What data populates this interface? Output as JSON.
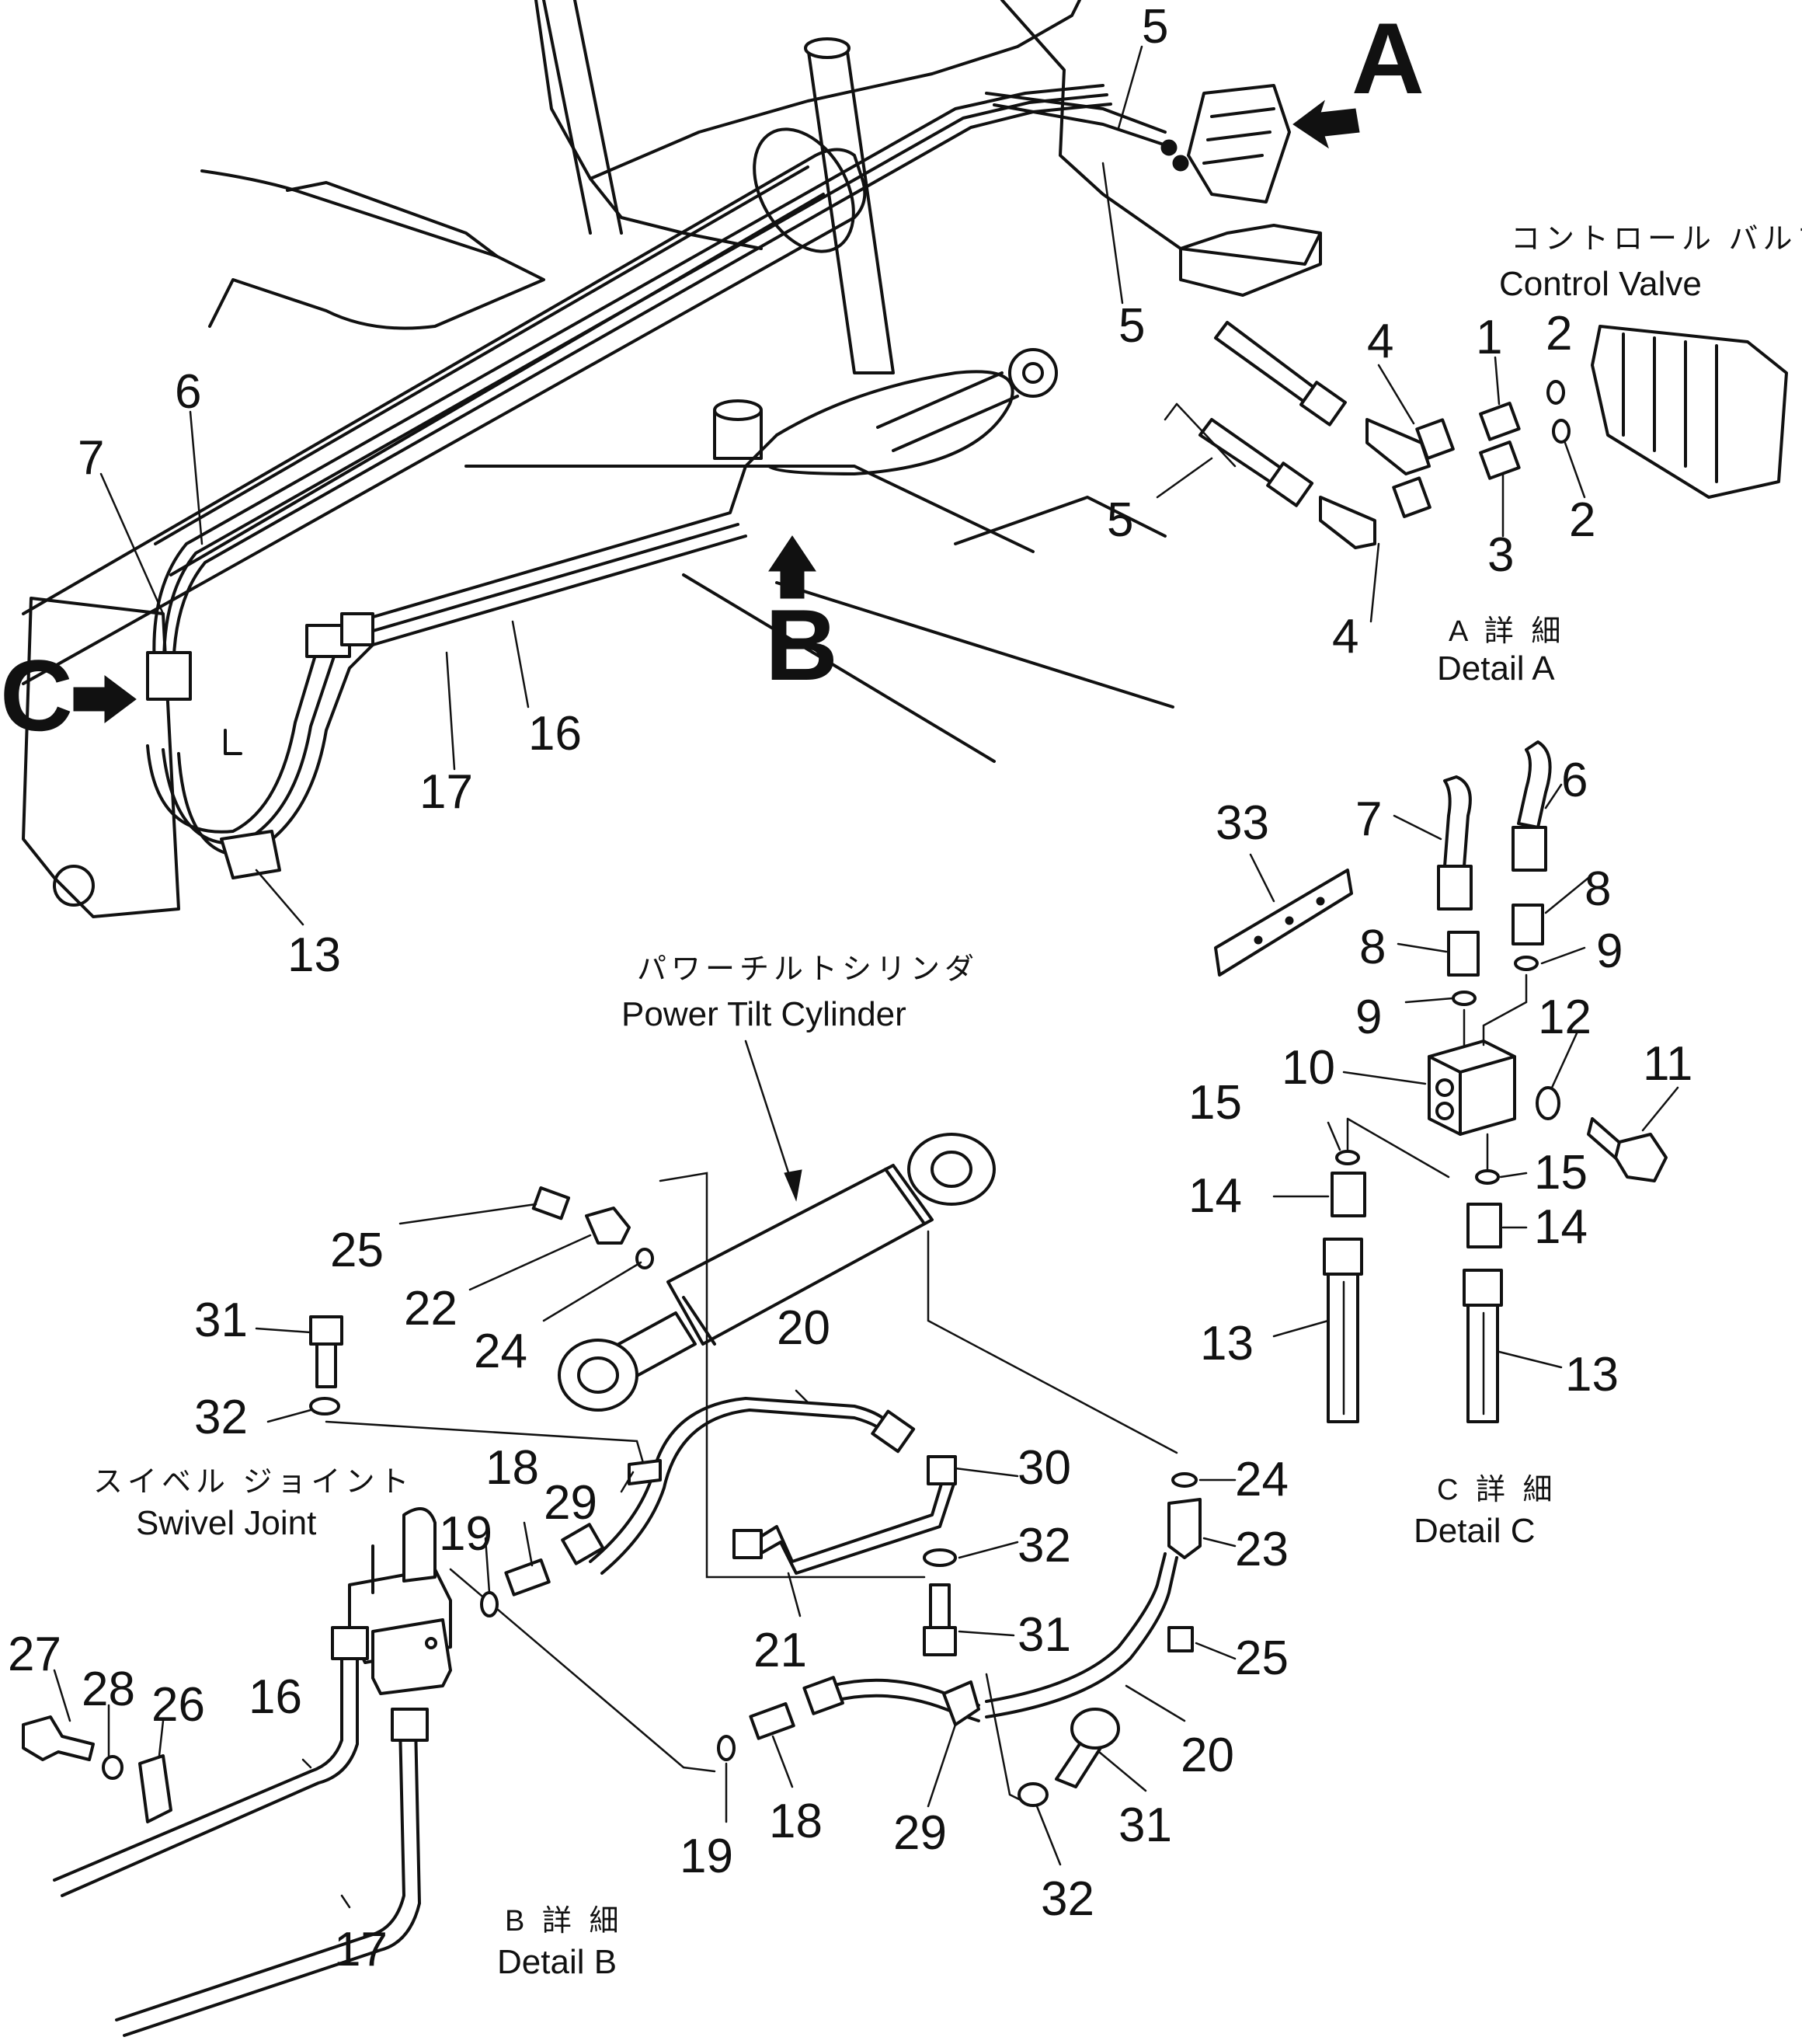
{
  "sections": {
    "control_valve": {
      "jp": "コントロール バルブ",
      "en": "Control Valve"
    },
    "detail_a": {
      "jp": "A 詳 細",
      "en": "Detail A"
    },
    "detail_b": {
      "jp": "B 詳 細",
      "en": "Detail B"
    },
    "detail_c": {
      "jp": "C 詳 細",
      "en": "Detail C"
    },
    "power_tilt_cylinder": {
      "jp": "パワーチルトシリンダ",
      "en": "Power Tilt Cylinder"
    },
    "swivel_joint": {
      "jp": "スイベル ジョイント",
      "en": "Swivel Joint"
    }
  },
  "view_markers": {
    "a": "A",
    "b": "B",
    "c": "C"
  },
  "callouts": {
    "main": {
      "p5_top": "5",
      "p5_mid": "5",
      "p6": "6",
      "p7": "7",
      "p16": "16",
      "p17": "17",
      "p13": "13"
    },
    "detail_a": {
      "p4_top": "4",
      "p1": "1",
      "p2_top": "2",
      "p5": "5",
      "p3": "3",
      "p2_bot": "2",
      "p4_bot": "4"
    },
    "detail_c": {
      "p33": "33",
      "p7": "7",
      "p6": "6",
      "p8_right": "8",
      "p8_left": "8",
      "p9_right": "9",
      "p9_left": "9",
      "p12": "12",
      "p11": "11",
      "p10": "10",
      "p15_left": "15",
      "p15_right": "15",
      "p14_left": "14",
      "p14_right": "14",
      "p13_left": "13",
      "p13_right": "13"
    },
    "detail_b": {
      "p25_top": "25",
      "p22": "22",
      "p24_top": "24",
      "p20_top": "20",
      "p31_top": "31",
      "p32_top": "32",
      "p18_top": "18",
      "p29_top": "29",
      "p30": "30",
      "p19_top": "19",
      "p32_mid": "32",
      "p21": "21",
      "p31_mid": "31",
      "p24_right": "24",
      "p23": "23",
      "p25_right": "25",
      "p27": "27",
      "p28": "28",
      "p26": "26",
      "p16": "16",
      "p20_bot": "20",
      "p31_bot": "31",
      "p19_bot": "19",
      "p18_bot": "18",
      "p29_bot": "29",
      "p32_bot": "32",
      "p17": "17"
    }
  }
}
